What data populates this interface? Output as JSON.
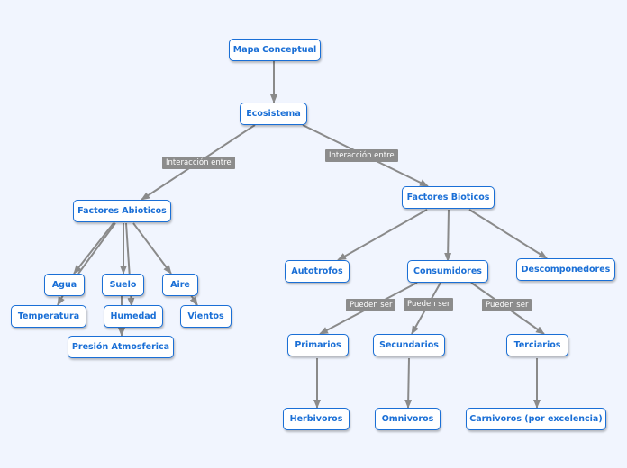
{
  "colors": {
    "background": "#f1f5fe",
    "node_border": "#1a6fd6",
    "node_text": "#1a6fd6",
    "edge": "#8a8a8a",
    "label_bg": "#8c8c8c"
  },
  "nodes": {
    "root": "Mapa Conceptual",
    "ecosistema": "Ecosistema",
    "abioticos": "Factores Abioticos",
    "bioticos": "Factores Bioticos",
    "agua": "Agua",
    "suelo": "Suelo",
    "aire": "Aire",
    "temperatura": "Temperatura",
    "humedad": "Humedad",
    "vientos": "Vientos",
    "presion": "Presión Atmosferica",
    "autotrofos": "Autotrofos",
    "consumidores": "Consumidores",
    "descomponedores": "Descomponedores",
    "primarios": "Primarios",
    "secundarios": "Secundarios",
    "terciarios": "Terciarios",
    "herbivoros": "Herbivoros",
    "omnivoros": "Omnivoros",
    "carnivoros": "Carnivoros (por excelencia)"
  },
  "edge_labels": {
    "interaccion_left": "Interacción entre",
    "interaccion_right": "Interacción entre",
    "pueden_1": "Pueden ser",
    "pueden_2": "Pueden ser",
    "pueden_3": "Pueden ser"
  }
}
